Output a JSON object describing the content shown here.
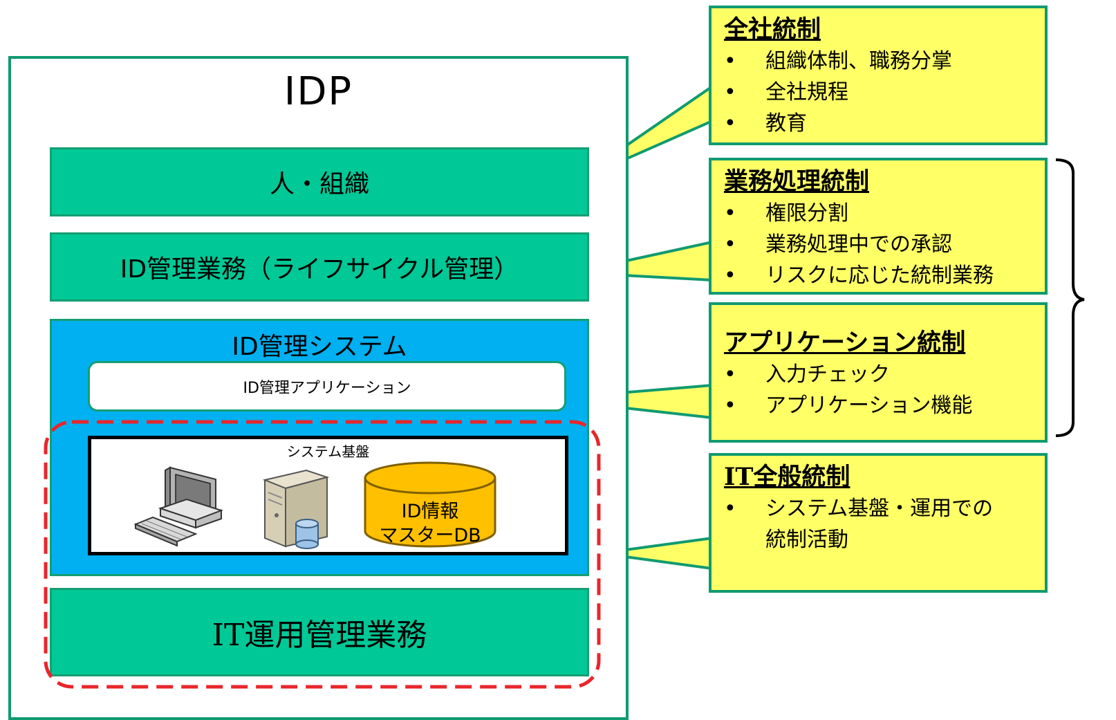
{
  "idp": {
    "title": "IDP",
    "layers": {
      "people_org": "人・組織",
      "id_management_work": "ID管理業務（ライフサイクル管理）",
      "id_management_system": "ID管理システム",
      "id_management_app": "ID管理アプリケーション",
      "system_infra": "システム基盤",
      "db_label_line1": "ID情報",
      "db_label_line2": "マスターDB",
      "it_ops_work": "IT運用管理業務"
    }
  },
  "controls": [
    {
      "title": "全社統制",
      "items": [
        "組織体制、職務分掌",
        "全社規程",
        "教育"
      ]
    },
    {
      "title": "業務処理統制",
      "items": [
        "権限分割",
        "業務処理中での承認",
        "リスクに応じた統制業務"
      ]
    },
    {
      "title": "アプリケーション統制",
      "items": [
        "入力チェック",
        "アプリケーション機能"
      ]
    },
    {
      "title": "IT全般統制",
      "items": [
        "システム基盤・運用での",
        "統制活動"
      ]
    }
  ],
  "icons": [
    "desktop-computer-icon",
    "server-icon",
    "database-icon"
  ],
  "colors": {
    "frame_green": "#109a70",
    "bar_green": "#00c896",
    "system_blue": "#00b0f0",
    "callout_yellow": "#ffff66",
    "db_gold": "#ffc000",
    "dashed_red": "#e8262b"
  }
}
